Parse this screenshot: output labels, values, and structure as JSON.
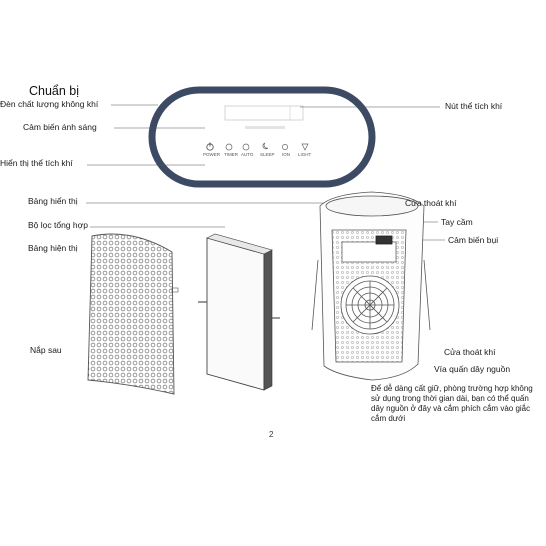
{
  "title": "Chuẩn bị",
  "labels": {
    "air_quality_light": "Đèn chất lượng không khí",
    "light_sensor": "Cảm biến ánh sáng",
    "volume_display": "Hiển thị thể tích khí",
    "volume_button": "Nút thể tích khí",
    "display_panel_1": "Bảng hiển thị",
    "combined_filter": "Bộ lọc tổng hợp",
    "display_panel_2": "Bảng hiện thị",
    "back_cover": "Nắp sau",
    "air_outlet_top": "Cửa thoát khí",
    "handle": "Tay cầm",
    "dust_sensor": "Cảm biến bụi",
    "air_outlet_bottom": "Cửa thoát khí",
    "cord_wrap": "Vía quấn dây nguồn"
  },
  "panel_buttons": {
    "power": "POWER",
    "timer": "TIMER",
    "auto": "AUTO",
    "sleep": "SLEEP",
    "ion": "ION",
    "light": "LIGHT"
  },
  "note": "Để dễ dàng cất giữ, phòng trường hợp không sử dụng trong thời gian dài, bạn có thể quấn dây nguồn ở đây và cắm phích cắm vào giắc cắm dưới",
  "page_number": "2",
  "colors": {
    "panel_border": "#3d4a63",
    "line": "#555555"
  }
}
